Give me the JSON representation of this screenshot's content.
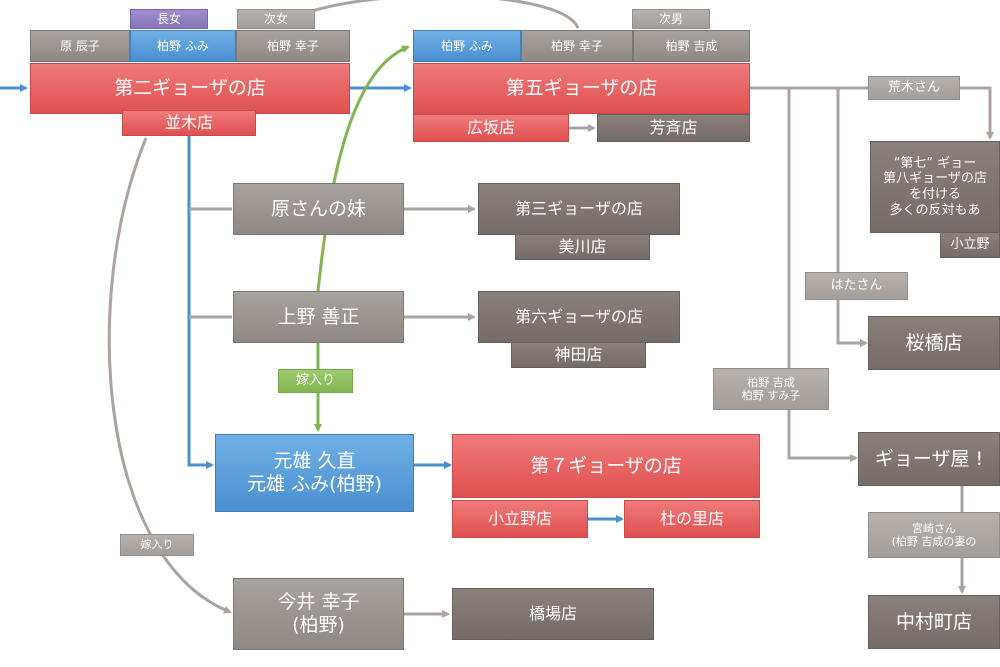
{
  "store2": {
    "name": "第二ギョーザの店",
    "branch": "並木店",
    "p1": "原 辰子",
    "p2": "柏野 ふみ",
    "p3": "柏野 幸子",
    "tag_eldest": "長女",
    "tag_second_daughter": "次女"
  },
  "store5": {
    "name": "第五ギョーザの店",
    "branch1": "広坂店",
    "branch2": "芳斉店",
    "p1": "柏野 ふみ",
    "p2": "柏野 幸子",
    "p3": "柏野 吉成",
    "tag_second_son": "次男"
  },
  "hara_sister": "原さんの妹",
  "store3": {
    "name": "第三ギョーザの店",
    "branch": "美川店"
  },
  "ueno": "上野 善正",
  "store6": {
    "name": "第六ギョーザの店",
    "branch": "神田店"
  },
  "yomeiri_green": "嫁入り",
  "motoo": {
    "line1": "元雄 久直",
    "line2": "元雄 ふみ(柏野)"
  },
  "store7": {
    "name": "第７ギョーザの店",
    "branch1": "小立野店",
    "branch2": "杜の里店"
  },
  "yomeiri_gray": "嫁入り",
  "imai": {
    "line1": "今井 幸子",
    "line2": "(柏野)"
  },
  "hashiba": "橋場店",
  "araki": "荒木さん",
  "note7": {
    "line1": "“第七” ギョー",
    "line2": "第八ギョーザの店",
    "line3": "を付ける",
    "line4": "多くの反対もあ"
  },
  "note7_branch": "小立野",
  "hata": "はたさん",
  "sakurabashi": "桜橋店",
  "kashino_pair": {
    "line1": "柏野 吉成",
    "line2": "柏野 すみ子"
  },
  "gyozaya": "ギョーザ屋 !",
  "miyazaki": {
    "line1": "宮崎さん",
    "line2": "(柏野 吉成の妻の"
  },
  "nakamura": "中村町店",
  "colors": {
    "red": "#e05050",
    "blue": "#4a8fd0",
    "gray": "#8f8884",
    "dark": "#746c68",
    "green": "#82b552",
    "purple": "#8674b8",
    "line_gray": "#aaa3a0"
  }
}
